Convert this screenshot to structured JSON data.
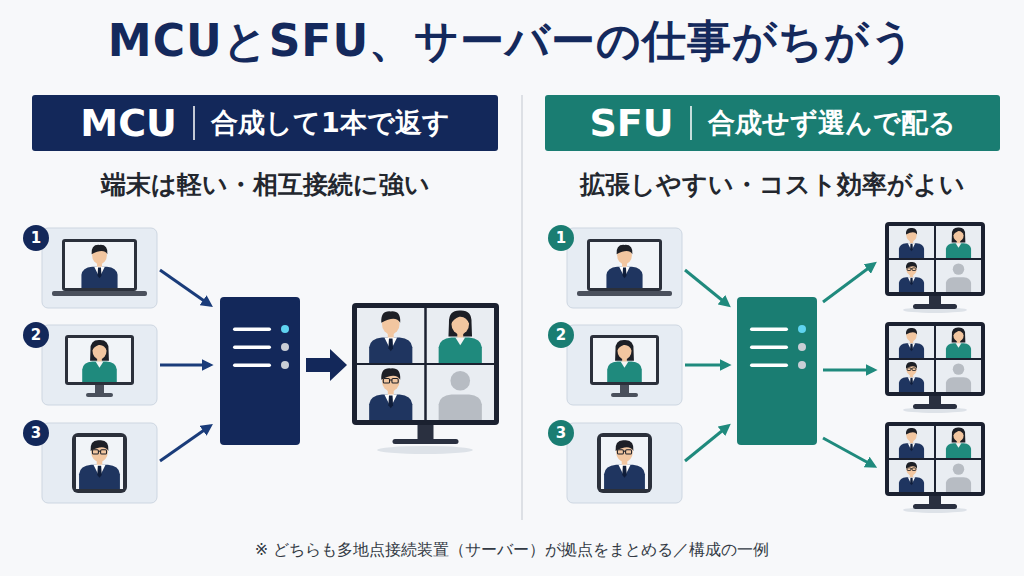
{
  "diagram": {
    "title": "MCUとSFU、サーバーの仕事がちがう",
    "caption": "※ どちらも多地点接続装置（サーバー）が拠点をまとめる／構成の一例",
    "nodes": [
      {
        "text": [
          "MCU",
          "合成して1本で返す"
        ]
      },
      {
        "text": [
          "SFU",
          "合成せず選んで配る"
        ]
      }
    ],
    "labels": [
      "端末は軽い・相互接続に強い",
      "1",
      "2",
      "3",
      "拡張しやすい・コスト効率がよい",
      "1",
      "2",
      "3"
    ]
  }
}
